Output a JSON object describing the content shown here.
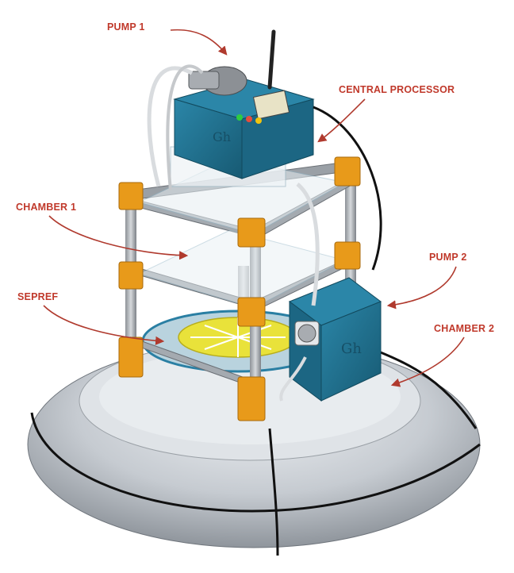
{
  "colors": {
    "label": "#c0392b",
    "arrow": "#b03a2e",
    "frame_bracket": "#e89a1a",
    "box_blue": "#1f6f8e",
    "float_grey": "#c9cdd3",
    "yellow_disk": "#e9e23a"
  },
  "labels": {
    "pump1": "PUMP 1",
    "central_processor": "CENTRAL PROCESSOR",
    "chamber1": "CHAMBER 1",
    "pump2": "PUMP 2",
    "sepref": "SEPREF",
    "chamber2": "CHAMBER 2"
  },
  "logo_text": "Gh",
  "icons": [
    "antenna-icon",
    "led-indicator-icon"
  ]
}
